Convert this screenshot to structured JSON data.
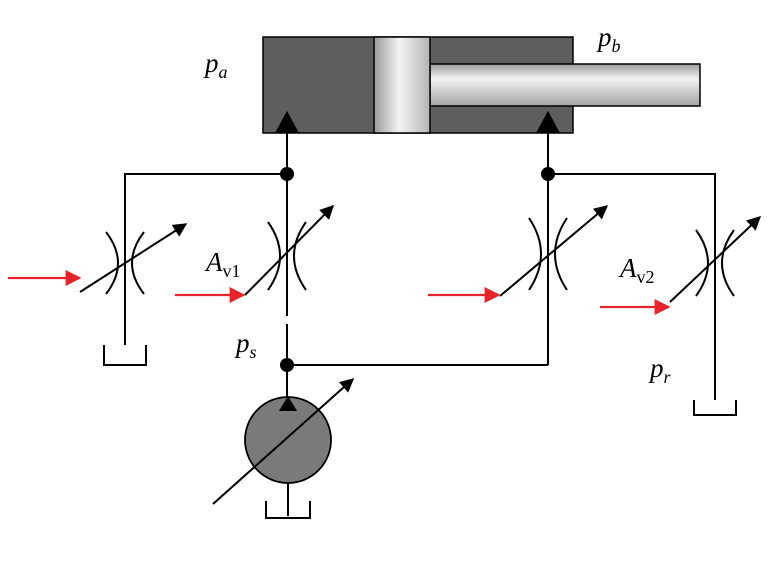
{
  "labels": {
    "pa": {
      "symbol": "p",
      "sub": "a"
    },
    "pb": {
      "symbol": "p",
      "sub": "b"
    },
    "ps": {
      "symbol": "p",
      "sub": "s"
    },
    "pr": {
      "symbol": "p",
      "sub": "r"
    },
    "av1": {
      "symbol": "A",
      "sub": "v1"
    },
    "av2": {
      "symbol": "A",
      "sub": "v2"
    }
  },
  "colors": {
    "cylinder_body": "#5e5e5e",
    "pump_body": "#7a7a7a",
    "signal_arrow": "#e8242a",
    "line": "#000000"
  }
}
